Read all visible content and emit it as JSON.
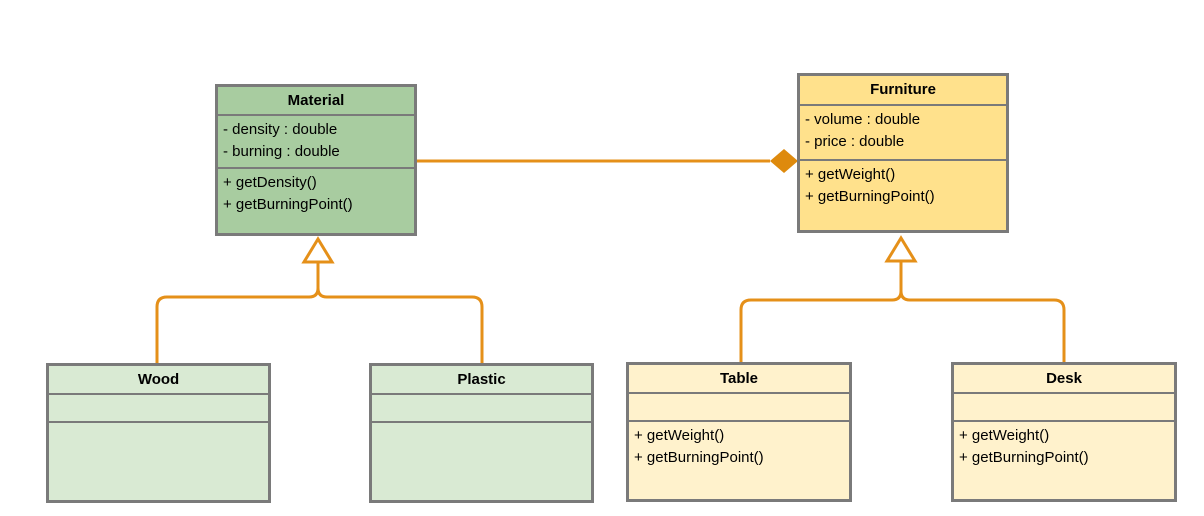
{
  "diagram": {
    "type": "uml-class-diagram",
    "classes": {
      "material": {
        "name": "Material",
        "attributes": [
          "- density : double",
          "- burning : double"
        ],
        "methods": [
          "+ getDensity()",
          "+ getBurningPoint()"
        ]
      },
      "furniture": {
        "name": "Furniture",
        "attributes": [
          "- volume : double",
          "- price : double"
        ],
        "methods": [
          "+ getWeight()",
          "+ getBurningPoint()"
        ]
      },
      "wood": {
        "name": "Wood",
        "attributes": [],
        "methods": []
      },
      "plastic": {
        "name": "Plastic",
        "attributes": [],
        "methods": []
      },
      "table": {
        "name": "Table",
        "attributes": [],
        "methods": [
          "+ getWeight()",
          "+ getBurningPoint()"
        ]
      },
      "desk": {
        "name": "Desk",
        "attributes": [],
        "methods": [
          "+ getWeight()",
          "+ getBurningPoint()"
        ]
      }
    },
    "relationships": [
      {
        "type": "composition",
        "whole": "Furniture",
        "part": "Material",
        "marker": "filled-diamond-at-furniture"
      },
      {
        "type": "generalization",
        "child": "Wood",
        "parent": "Material"
      },
      {
        "type": "generalization",
        "child": "Plastic",
        "parent": "Material"
      },
      {
        "type": "generalization",
        "child": "Table",
        "parent": "Furniture"
      },
      {
        "type": "generalization",
        "child": "Desk",
        "parent": "Furniture"
      }
    ],
    "colors": {
      "parent_green_fill": "#A8CCA0",
      "child_green_fill": "#D9EAD3",
      "parent_yellow_fill": "#FFE18C",
      "child_yellow_fill": "#FFF2CC",
      "box_border_gray": "#7A7A7A",
      "connector_orange": "#E59019",
      "diamond_orange": "#DE8A0D",
      "background": "#FFFFFF",
      "text": "#000000"
    }
  }
}
